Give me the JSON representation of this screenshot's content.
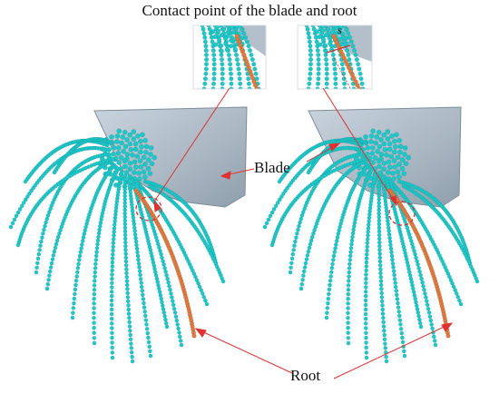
{
  "title": "Contact point of the blade and root",
  "labels": {
    "blade": "Blade",
    "root": "Root",
    "gap_symbol": "s"
  },
  "colors": {
    "root_fiber": "#1ec8c8",
    "root_highlight": "#e8783a",
    "blade": "#aab8c4",
    "leader_line": "#e03030",
    "contact_circle": "#d03030"
  }
}
